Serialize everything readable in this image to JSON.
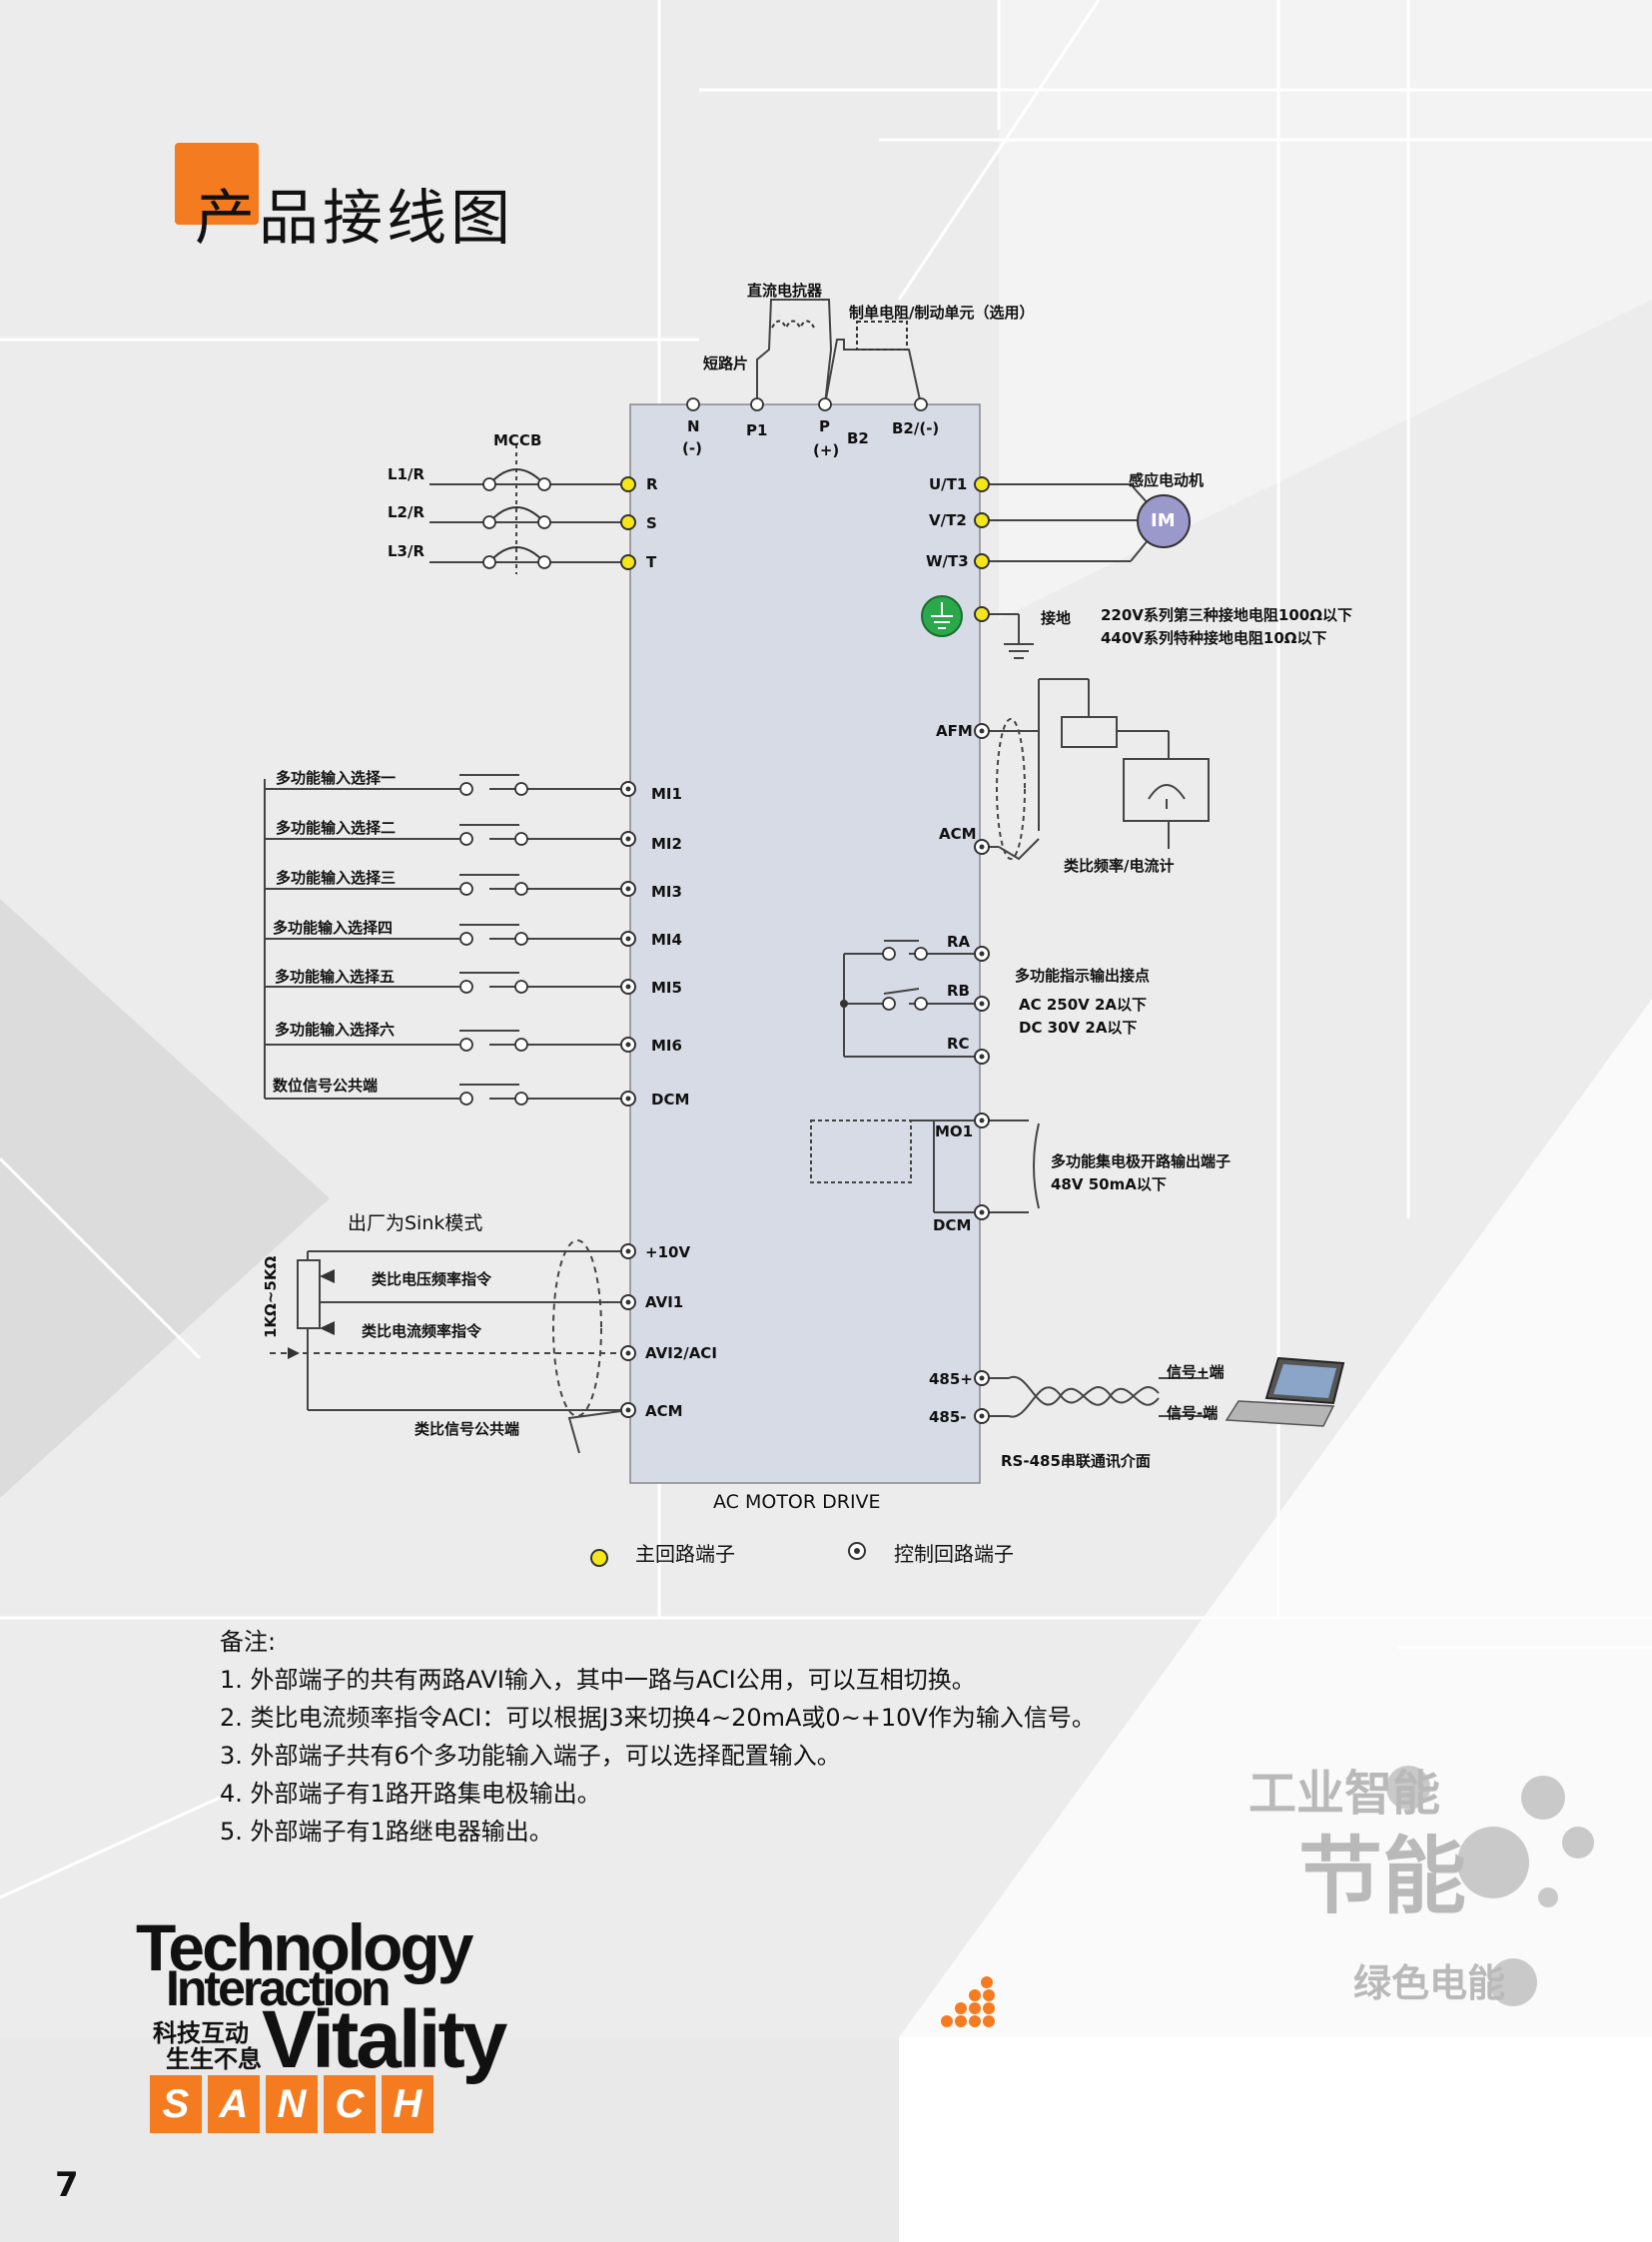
{
  "page": {
    "title": "产品接线图",
    "page_number": "7"
  },
  "diagram": {
    "top": {
      "reactor": "直流电抗器",
      "brake": "制单电阻/制动单元（选用）",
      "jumper": "短路片",
      "terminals": [
        "N",
        "(-)",
        "P1",
        "P",
        "(+)",
        "B2",
        "B2/(-)"
      ]
    },
    "power_in": {
      "mccb": "MCCB",
      "lines": [
        "L1/R",
        "L2/R",
        "L3/R"
      ],
      "terminals": [
        "R",
        "S",
        "T"
      ]
    },
    "output": {
      "terminals": [
        "U/T1",
        "V/T2",
        "W/T3"
      ],
      "motor_label": "感应电动机",
      "motor_symbol": "IM",
      "ground_label": "接地",
      "ground_note_1": "220V系列第三种接地电阻100Ω以下",
      "ground_note_2": "440V系列特种接地电阻10Ω以下"
    },
    "analog_out": {
      "afm": "AFM",
      "acm": "ACM",
      "meter_label": "类比频率/电流计"
    },
    "inputs": {
      "labels": [
        "多功能输入选择一",
        "多功能输入选择二",
        "多功能输入选择三",
        "多功能输入选择四",
        "多功能输入选择五",
        "多功能输入选择六",
        "数位信号公共端"
      ],
      "terminals": [
        "MI1",
        "MI2",
        "MI3",
        "MI4",
        "MI5",
        "MI6",
        "DCM"
      ]
    },
    "relay": {
      "terminals": [
        "RA",
        "RB",
        "RC"
      ],
      "label": "多功能指示输出接点",
      "spec_1": "AC 250V 2A以下",
      "spec_2": "DC 30V 2A以下"
    },
    "open_collector": {
      "terminals": [
        "MO1",
        "DCM"
      ],
      "label": "多功能集电极开路输出端子",
      "spec": "48V 50mA以下"
    },
    "analog_in": {
      "sink_label": "出厂为Sink模式",
      "pot_label": "1KΩ~5KΩ",
      "avi_label": "类比电压频率指令",
      "aci_label": "类比电流频率指令",
      "common_label": "类比信号公共端",
      "terminals": [
        "+10V",
        "AVI1",
        "AVI2/ACI",
        "ACM"
      ]
    },
    "rs485": {
      "terminals": [
        "485+",
        "485-"
      ],
      "plus_label": "信号+端",
      "minus_label": "信号-端",
      "interface_label": "RS-485串联通讯介面"
    },
    "drive_label": "AC MOTOR DRIVE",
    "legend": {
      "main": "主回路端子",
      "control": "控制回路端子"
    }
  },
  "notes": {
    "heading": "备注:",
    "items": [
      "1. 外部端子的共有两路AVI输入，其中一路与ACI公用，可以互相切换。",
      "2. 类比电流频率指令ACI：可以根据J3来切换4~20mA或0~+10V作为输入信号。",
      "3. 外部端子共有6个多功能输入端子，可以选择配置输入。",
      "4. 外部端子有1路开路集电极输出。",
      "5. 外部端子有1路继电器输出。"
    ]
  },
  "branding": {
    "slogan_1": "Technology",
    "slogan_2": "Interaction",
    "slogan_3": "Vitality",
    "slogan_cn_1": "科技互动",
    "slogan_cn_2": "生生不息",
    "brand_letters": [
      "S",
      "A",
      "N",
      "C",
      "H"
    ],
    "watermark_1": "工业智能",
    "watermark_2": "节能",
    "watermark_3": "绿色电能"
  },
  "colors": {
    "accent": "#f47b20",
    "drive_panel": "#d7dbe6",
    "main_terminal": "#f5e61a",
    "ground": "#2aa84a",
    "motor": "#9b98cc"
  }
}
